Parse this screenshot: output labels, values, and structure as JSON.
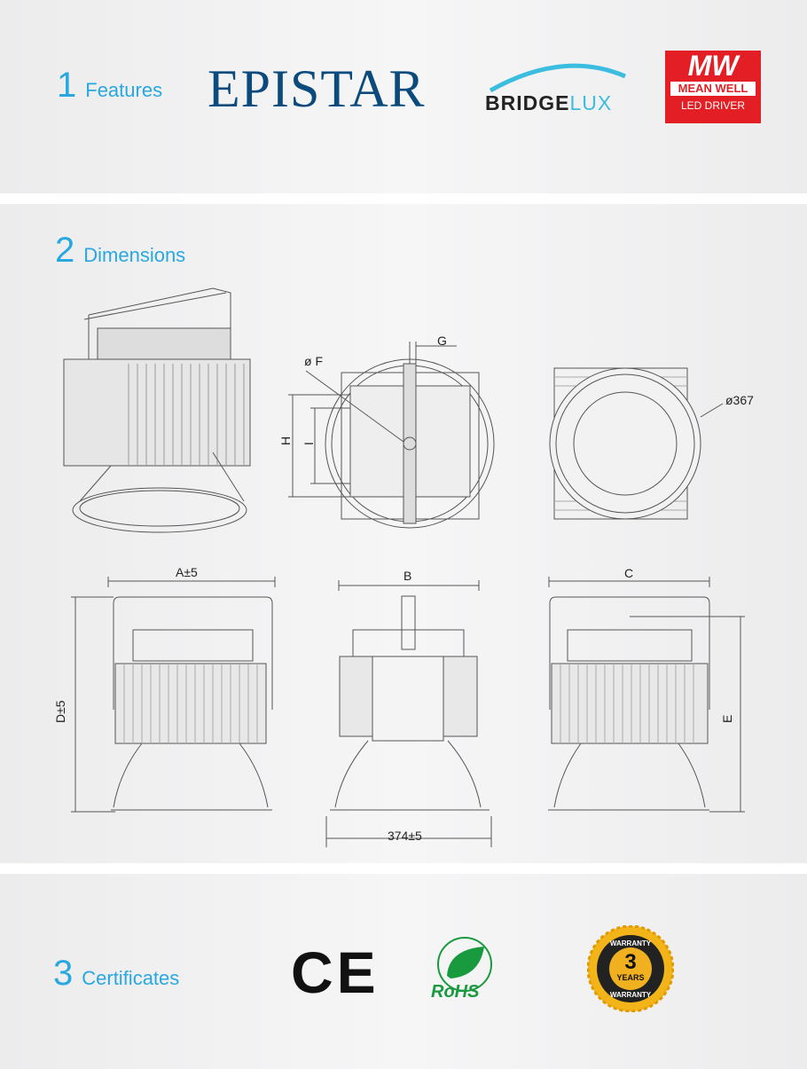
{
  "features": {
    "number": "1",
    "label": "Features",
    "logos": {
      "epistar": "EPISTAR",
      "bridgelux_a": "BRIDGE",
      "bridgelux_b": "LUX",
      "meanwell_mark": "MW",
      "meanwell_name": "MEAN WELL",
      "meanwell_sub": "LED DRIVER"
    },
    "colors": {
      "accent": "#29a8e0",
      "epistar": "#0b4a7c",
      "meanwell": "#e31e24"
    }
  },
  "dimensions": {
    "number": "2",
    "label": "Dimensions",
    "labels": {
      "f": "ø F",
      "g": "G",
      "h": "H",
      "i": "I",
      "diameter": "ø367",
      "a": "A±5",
      "b": "B",
      "c": "C",
      "d": "D±5",
      "e": "E",
      "width": "374±5"
    }
  },
  "certificates": {
    "number": "3",
    "label": "Certificates",
    "items": {
      "ce": "CE",
      "rohs": "RoHS",
      "warranty_top": "WARRANTY",
      "warranty_years": "3",
      "warranty_unit": "YEARS",
      "warranty_bottom": "WARRANTY"
    }
  }
}
